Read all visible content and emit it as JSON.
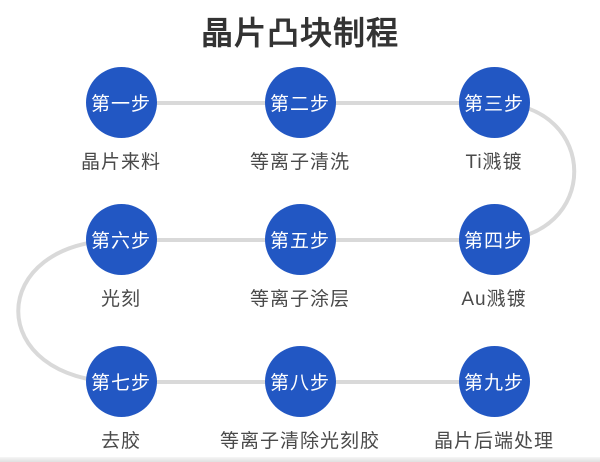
{
  "title": "晶片凸块制程",
  "colors": {
    "circle_blue": "#2257c3",
    "connector_gray": "#d9d9d9",
    "title_text": "#333333",
    "label_text": "#4a4a4a"
  },
  "steps": [
    {
      "step_label": "第一步",
      "process_label": "晶片来料"
    },
    {
      "step_label": "第二步",
      "process_label": "等离子清洗"
    },
    {
      "step_label": "第三步",
      "process_label": "Ti溅镀"
    },
    {
      "step_label": "第四步",
      "process_label": "Au溅镀"
    },
    {
      "step_label": "第五步",
      "process_label": "等离子涂层"
    },
    {
      "step_label": "第六步",
      "process_label": "光刻"
    },
    {
      "step_label": "第七步",
      "process_label": "去胶"
    },
    {
      "step_label": "第八步",
      "process_label": "等离子清除光刻胶"
    },
    {
      "step_label": "第九步",
      "process_label": "晶片后端处理"
    }
  ]
}
